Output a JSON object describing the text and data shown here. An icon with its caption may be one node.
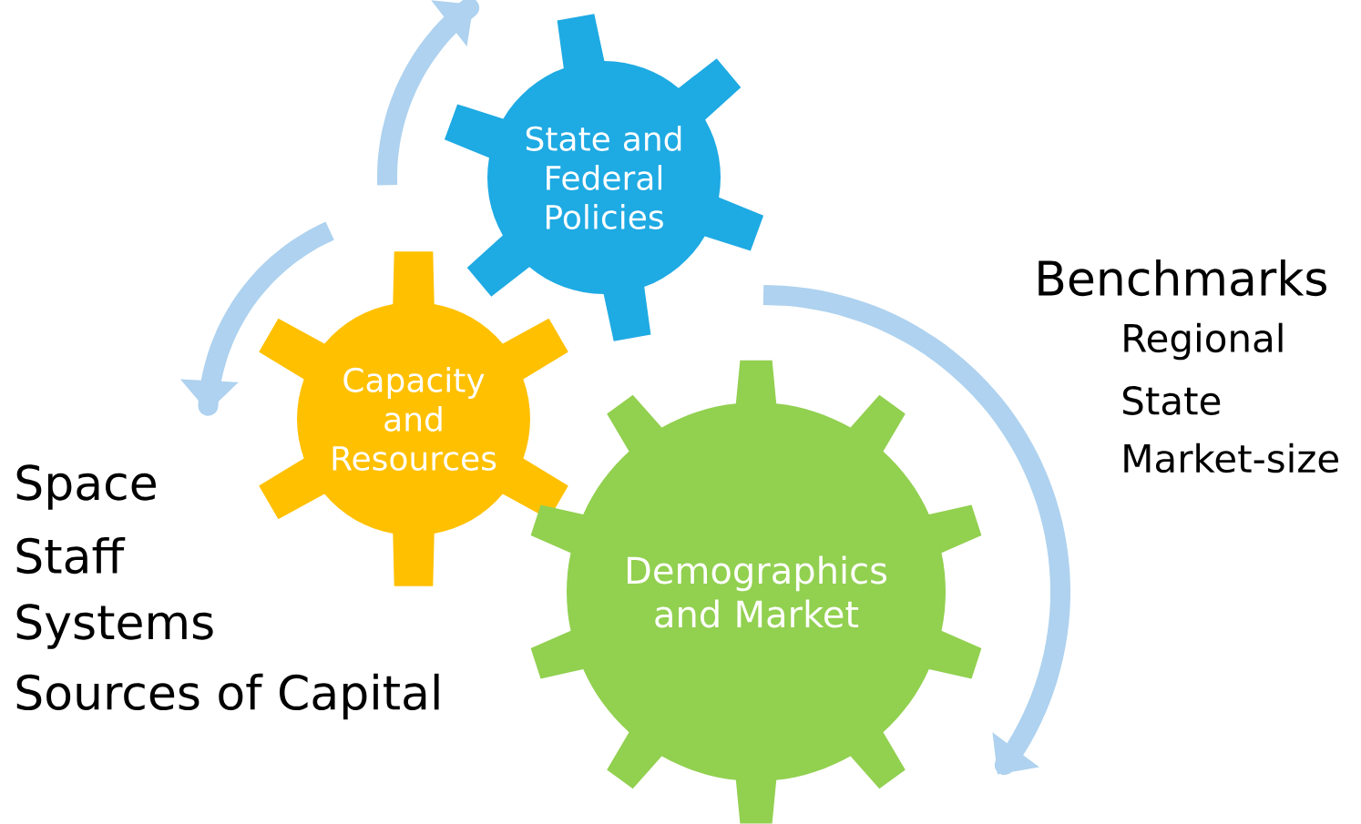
{
  "diagram": {
    "nodes": [
      {
        "text": [
          "State and Federal Policies"
        ]
      },
      {
        "text": [
          "Capacity and Resources"
        ]
      },
      {
        "text": [
          "Demographics and Market"
        ]
      }
    ],
    "labels": [
      "Benchmarks",
      "Regional",
      "State",
      "Market-size",
      "Space",
      "Staff",
      "Systems",
      "Sources of Capital"
    ]
  }
}
